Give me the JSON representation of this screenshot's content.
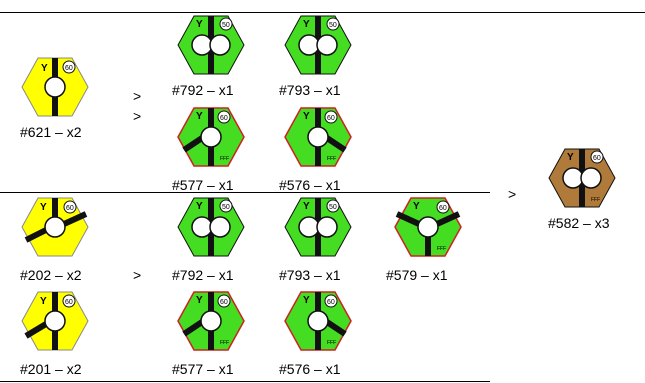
{
  "colors": {
    "yellow": "#ffff00",
    "green": "#44dd22",
    "brown": "#b07a3a",
    "outline_dark": "#000000",
    "outline_red": "#cc2222"
  },
  "operators": {
    "gt": ">"
  },
  "top_group": {
    "source": {
      "label": "#621 – x2",
      "color": "yellow",
      "icon": "tile-621"
    },
    "results_row1": [
      {
        "label": "#792 – x1",
        "color": "green",
        "icon": "tile-792"
      },
      {
        "label": "#793 – x1",
        "color": "green",
        "icon": "tile-793"
      }
    ],
    "results_row2": [
      {
        "label": "#577 – x1",
        "color": "green",
        "icon": "tile-577"
      },
      {
        "label": "#576 – x1",
        "color": "green",
        "icon": "tile-576"
      }
    ]
  },
  "bottom_group": {
    "sources": [
      {
        "label": "#202 – x2",
        "color": "yellow",
        "icon": "tile-202"
      },
      {
        "label": "#201 – x2",
        "color": "yellow",
        "icon": "tile-201"
      }
    ],
    "results_row1": [
      {
        "label": "#792 – x1",
        "color": "green",
        "icon": "tile-792"
      },
      {
        "label": "#793 – x1",
        "color": "green",
        "icon": "tile-793"
      },
      {
        "label": "#579 – x1",
        "color": "green",
        "icon": "tile-579"
      }
    ],
    "results_row2": [
      {
        "label": "#577 – x1",
        "color": "green",
        "icon": "tile-577"
      },
      {
        "label": "#576 – x1",
        "color": "green",
        "icon": "tile-576"
      }
    ]
  },
  "final": {
    "label": "#582 – x3",
    "color": "brown",
    "icon": "tile-582"
  },
  "tile_marks": {
    "y_letter": "Y",
    "speed_50": "50",
    "speed_60": "60",
    "small_code": "FFF"
  }
}
